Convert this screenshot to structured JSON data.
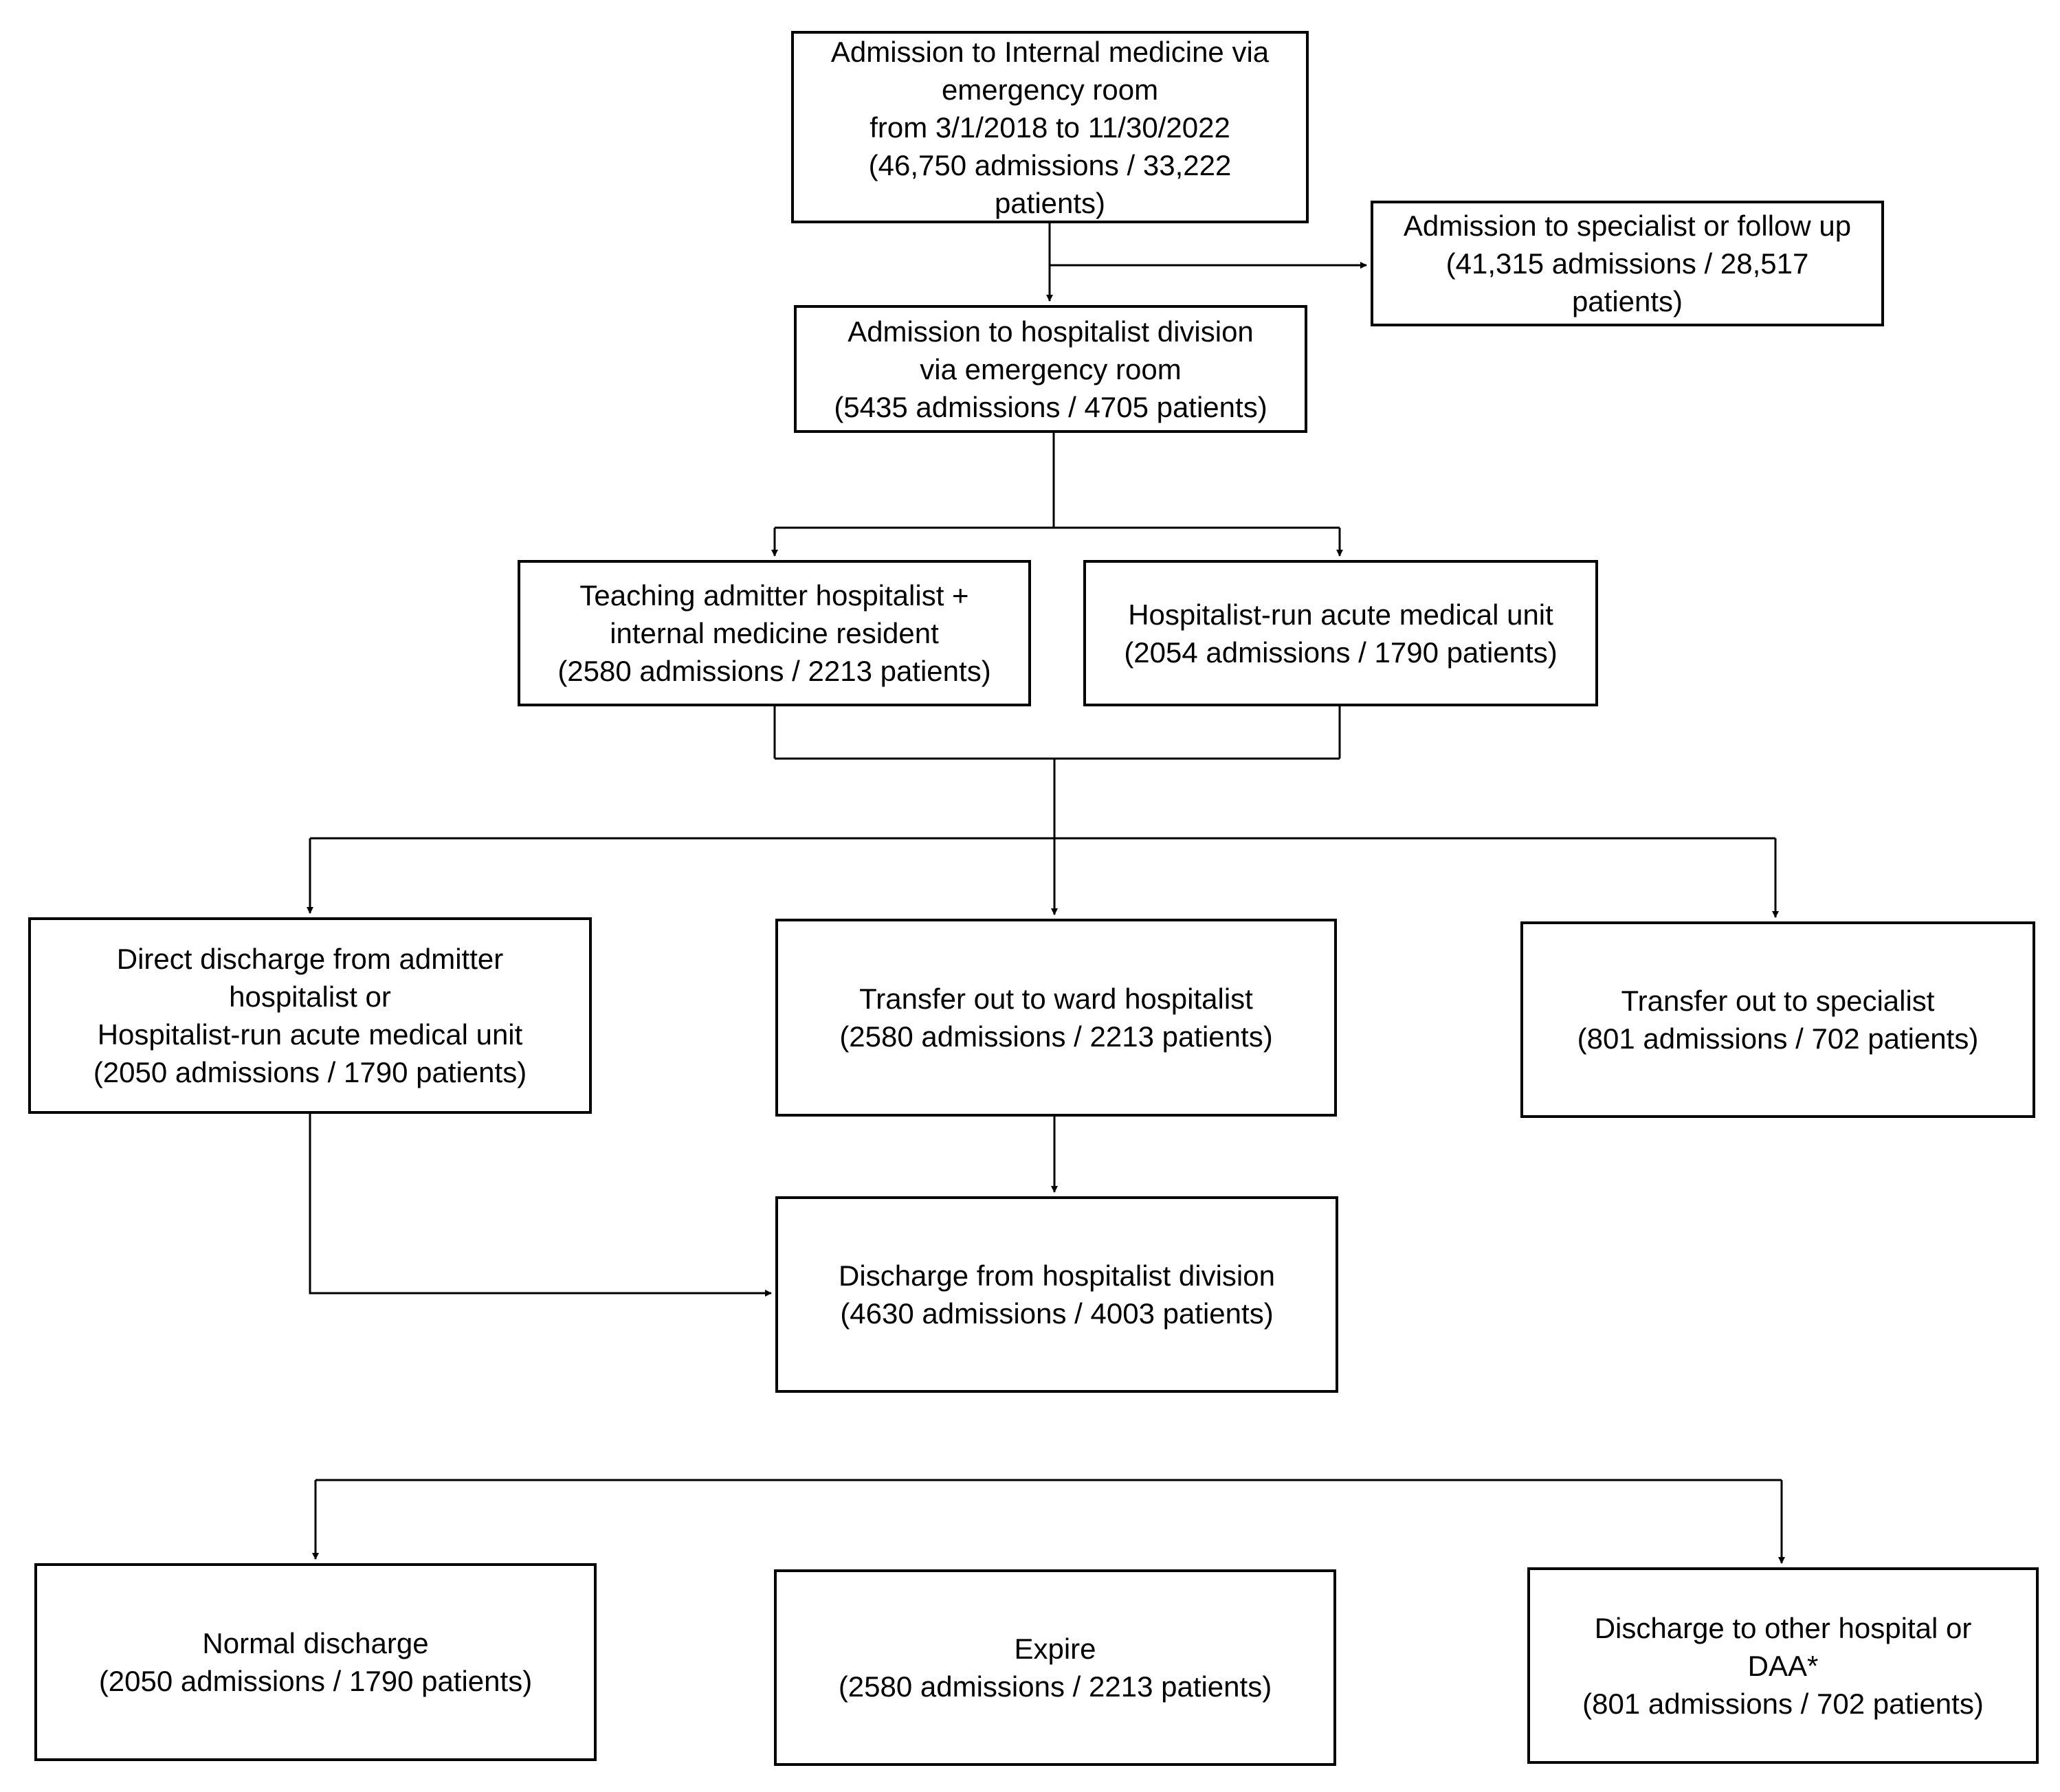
{
  "diagram": {
    "boxes": {
      "admission_im": {
        "lines": [
          "Admission to Internal medicine via",
          "emergency room",
          "from 3/1/2018 to 11/30/2022",
          "(46,750 admissions / 33,222",
          "patients)"
        ]
      },
      "specialist_followup": {
        "lines": [
          "Admission to specialist or follow up",
          "(41,315 admissions / 28,517",
          "patients)"
        ]
      },
      "hospitalist_division": {
        "lines": [
          "Admission to hospitalist division",
          "via emergency room",
          "(5435 admissions / 4705 patients)"
        ]
      },
      "teaching_admitter": {
        "lines": [
          "Teaching admitter hospitalist +",
          "internal medicine resident",
          "(2580 admissions / 2213 patients)"
        ]
      },
      "acute_medical_unit": {
        "lines": [
          "Hospitalist-run acute medical unit",
          "(2054 admissions / 1790 patients)"
        ]
      },
      "direct_discharge": {
        "lines": [
          "Direct discharge from admitter",
          "hospitalist or",
          "Hospitalist-run acute medical unit",
          "(2050 admissions / 1790 patients)"
        ]
      },
      "transfer_ward": {
        "lines": [
          "Transfer out to ward hospitalist",
          "(2580 admissions / 2213 patients)"
        ]
      },
      "transfer_specialist": {
        "lines": [
          "Transfer out to specialist",
          "(801 admissions / 702 patients)"
        ]
      },
      "discharge_division": {
        "lines": [
          "Discharge from hospitalist division",
          "(4630 admissions / 4003 patients)"
        ]
      },
      "normal_discharge": {
        "lines": [
          "Normal discharge",
          "(2050 admissions / 1790 patients)"
        ]
      },
      "expire": {
        "lines": [
          "Expire",
          "(2580 admissions / 2213 patients)"
        ]
      },
      "other_hospital": {
        "lines": [
          "Discharge to other hospital or",
          "DAA*",
          "(801 admissions / 702 patients)"
        ]
      }
    },
    "line_color": "#000000",
    "box_border_color": "#000000",
    "background_color": "#ffffff"
  }
}
